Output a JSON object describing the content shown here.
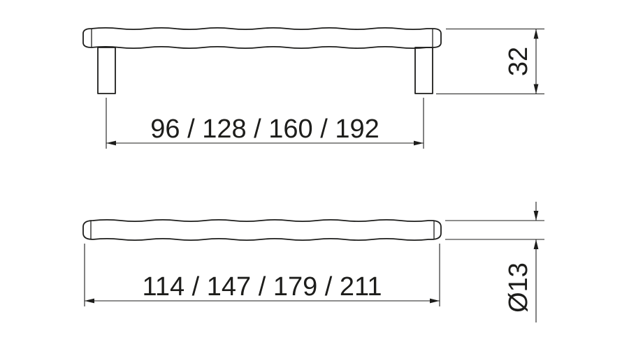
{
  "colors": {
    "line": "#1d1d1b",
    "background": "#ffffff"
  },
  "dimensions": {
    "front_view": {
      "hole_spacing_label": "96 / 128 / 160 / 192",
      "height_label": "32"
    },
    "top_view": {
      "length_label": "114 / 147 / 179 / 211",
      "diameter_label": "Ø13"
    }
  }
}
